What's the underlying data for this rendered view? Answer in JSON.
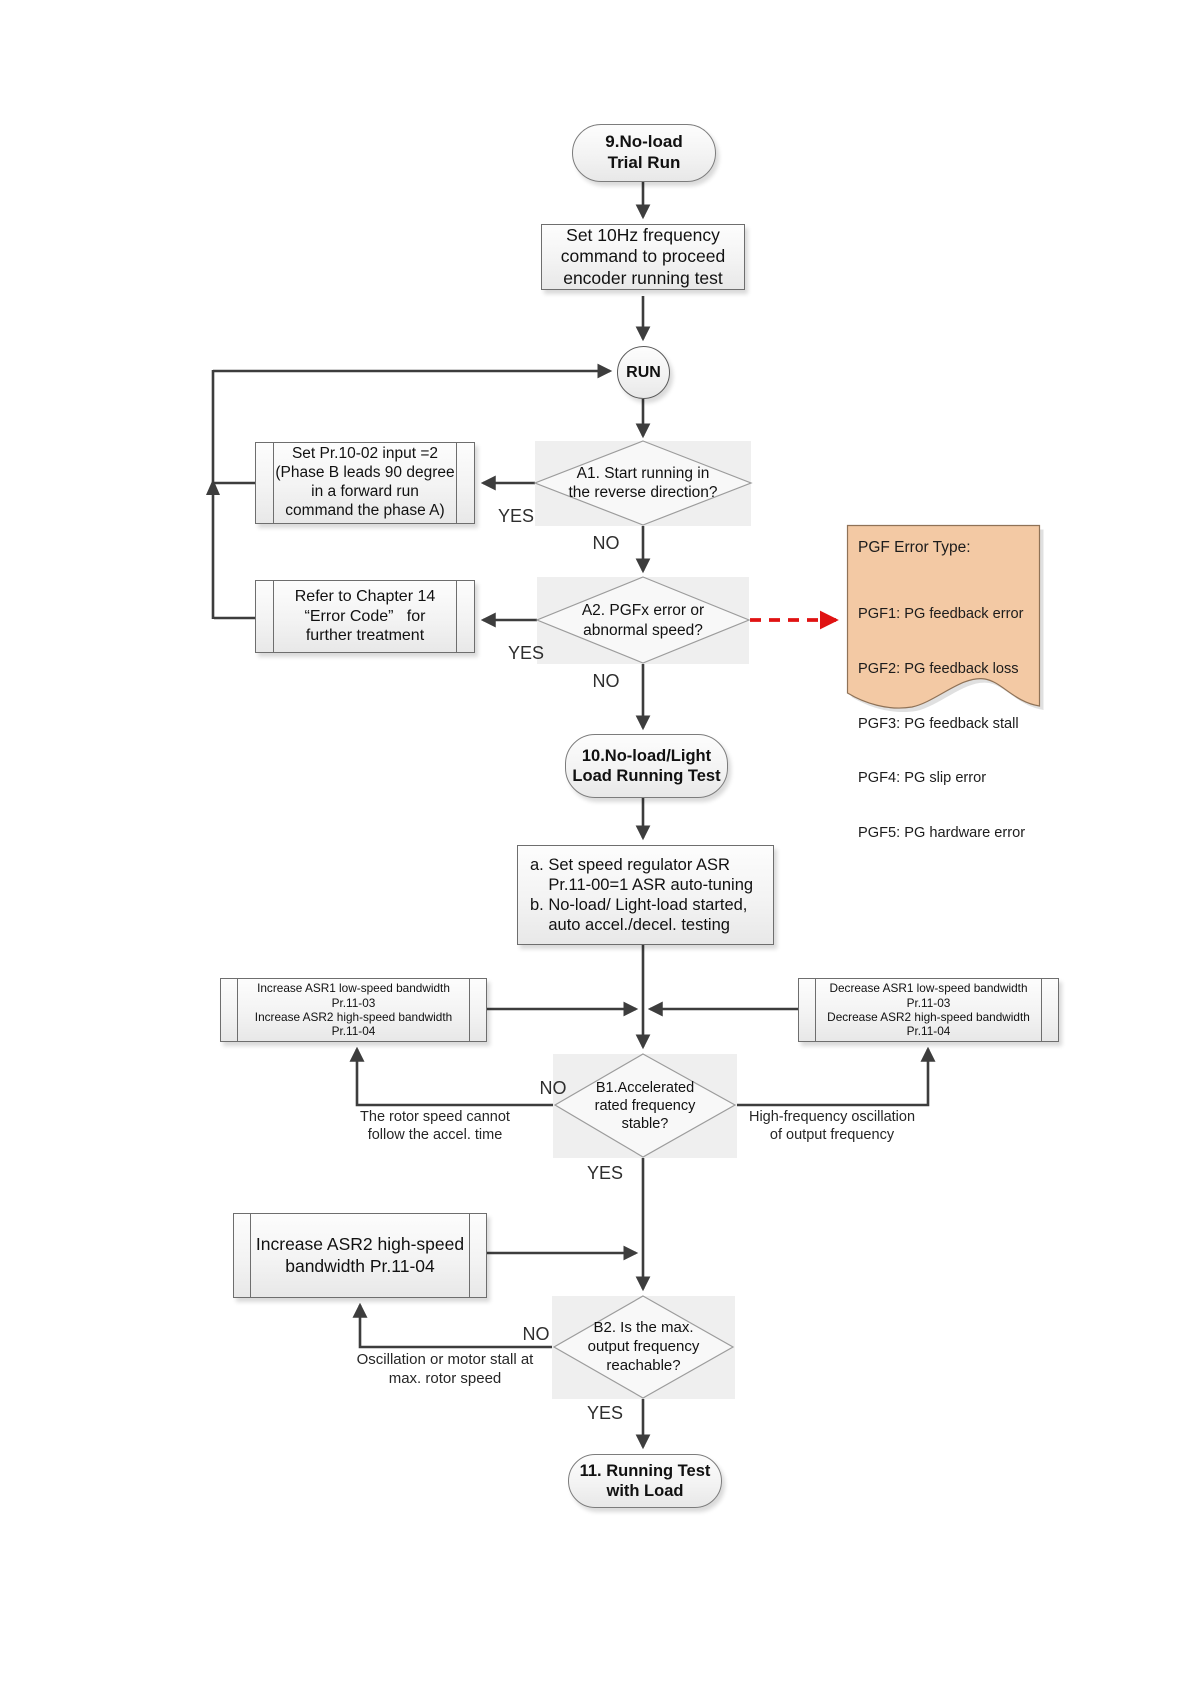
{
  "nodes": {
    "start": {
      "label": "9.No-load\nTrial Run"
    },
    "set_freq": {
      "label": "Set 10Hz frequency\ncommand to proceed\nencoder running test"
    },
    "run": {
      "label": "RUN"
    },
    "a1": {
      "label": "A1. Start running in\nthe reverse direction?"
    },
    "set_pr10_02": {
      "label": "Set Pr.10-02 input =2\n(Phase B leads 90 degree\nin a forward run\ncommand the phase A)"
    },
    "a2": {
      "label": "A2. PGFx error or\nabnormal speed?"
    },
    "refer_ch14": {
      "label": "Refer to Chapter 14\n“Error Code”   for\nfurther treatment"
    },
    "pgf_note": {
      "title": "PGF Error Type:",
      "items": [
        "PGF1: PG feedback error",
        "PGF2: PG feedback loss",
        "PGF3: PG feedback stall",
        "PGF4: PG slip error",
        "PGF5: PG hardware error"
      ]
    },
    "light_load": {
      "label": "10.No-load/Light\nLoad Running Test"
    },
    "asr_setup": {
      "label": "a. Set speed regulator ASR\n    Pr.11-00=1 ASR auto-tuning\nb. No-load/ Light-load started,\n    auto accel./decel. testing"
    },
    "asr_increase": {
      "label": "Increase ASR1 low-speed bandwidth\nPr.11-03\nIncrease ASR2 high-speed bandwidth\nPr.11-04"
    },
    "asr_decrease": {
      "label": "Decrease ASR1 low-speed bandwidth\nPr.11-03\nDecrease ASR2 high-speed bandwidth\nPr.11-04"
    },
    "b1": {
      "label": "B1.Accelerated\nrated frequency\nstable?"
    },
    "asr2_increase": {
      "label": "Increase ASR2 high-speed\nbandwidth Pr.11-04"
    },
    "b2": {
      "label": "B2. Is the max.\noutput frequency\nreachable?"
    },
    "end": {
      "label": "11. Running Test\nwith Load"
    }
  },
  "edge_labels": {
    "a1_yes": "YES",
    "a1_no": "NO",
    "a2_yes": "YES",
    "a2_no": "NO",
    "b1_no": "NO",
    "b1_yes": "YES",
    "b2_no": "NO",
    "b2_yes": "YES"
  },
  "annotations": {
    "b1_no": "The rotor speed cannot\nfollow the accel. time",
    "b1_side": "High-frequency oscillation\nof output frequency",
    "b2_no": "Oscillation or motor stall at\nmax. rotor speed"
  },
  "colors": {
    "line": "#3d3d3d",
    "red_arrow": "#e01212",
    "note_fill": "#f3c9a4",
    "note_border": "#8f7257",
    "diamond_fill": "#f8f8f8",
    "diamond_back": "#efefef"
  }
}
